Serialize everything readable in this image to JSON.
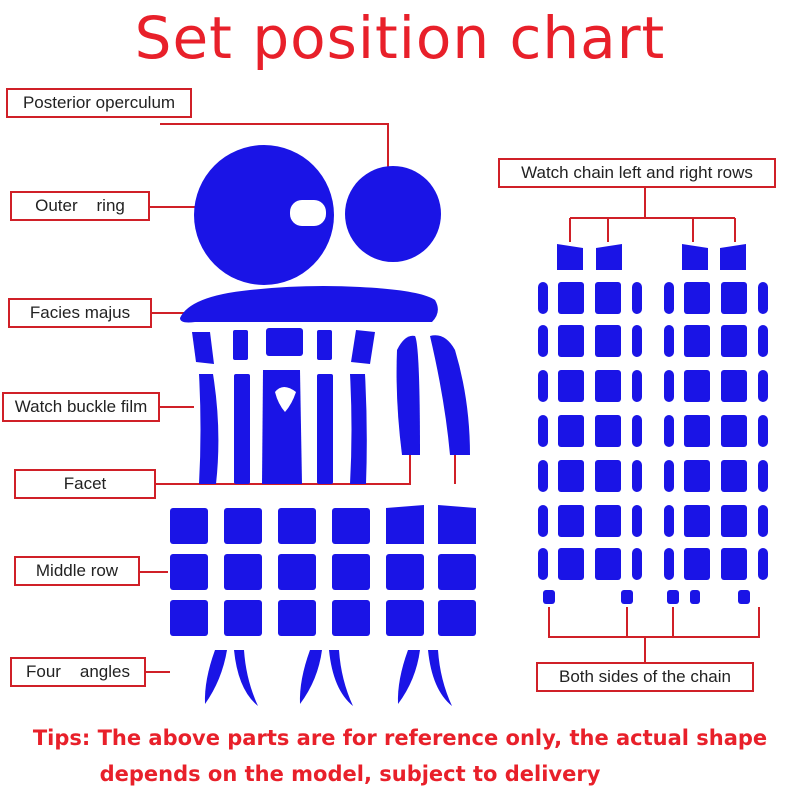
{
  "title": "Set position chart",
  "labels": {
    "posterior_operculum": "Posterior operculum",
    "outer_ring": "Outer    ring",
    "facies_majus": "Facies majus",
    "watch_buckle_film": "Watch buckle film",
    "facet": "Facet",
    "middle_row": "Middle row",
    "four_angles": "Four    angles",
    "watch_chain_rows": "Watch chain left and right rows",
    "both_sides_chain": "Both sides of the chain"
  },
  "tips": {
    "line1": "Tips: The above parts are for reference only, the actual shape",
    "line2": "depends on the model, subject to delivery"
  },
  "colors": {
    "title": "#e8202a",
    "part_fill": "#1a14e6",
    "leader": "#d02028",
    "box_border": "#d02028"
  }
}
